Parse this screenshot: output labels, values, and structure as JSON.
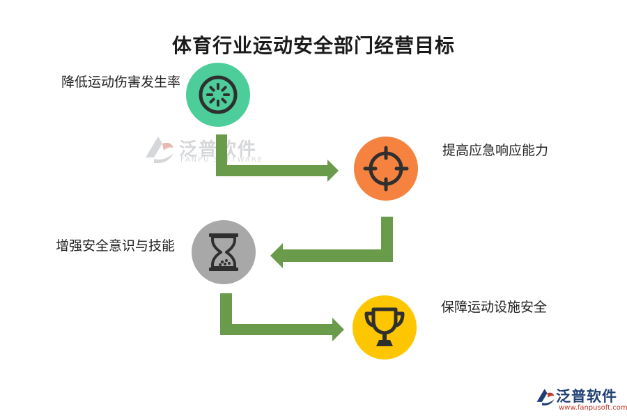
{
  "title": "体育行业运动安全部门经营目标",
  "steps": [
    {
      "label": "降低运动伤害发生率",
      "icon": "kiwi-slice-icon",
      "color": "#4ccd99"
    },
    {
      "label": "提高应急响应能力",
      "icon": "crosshair-icon",
      "color": "#f5833f"
    },
    {
      "label": "增强安全意识与技能",
      "icon": "hourglass-icon",
      "color": "#a8a8a8"
    },
    {
      "label": "保障运动设施安全",
      "icon": "trophy-icon",
      "color": "#fec601"
    }
  ],
  "arrow_color": "#6a9b4a",
  "watermark": {
    "name": "泛普软件",
    "sub": "FANPU SOFTWARE"
  },
  "logo": {
    "name": "泛普软件",
    "url": "www.fanpusoft.com"
  }
}
